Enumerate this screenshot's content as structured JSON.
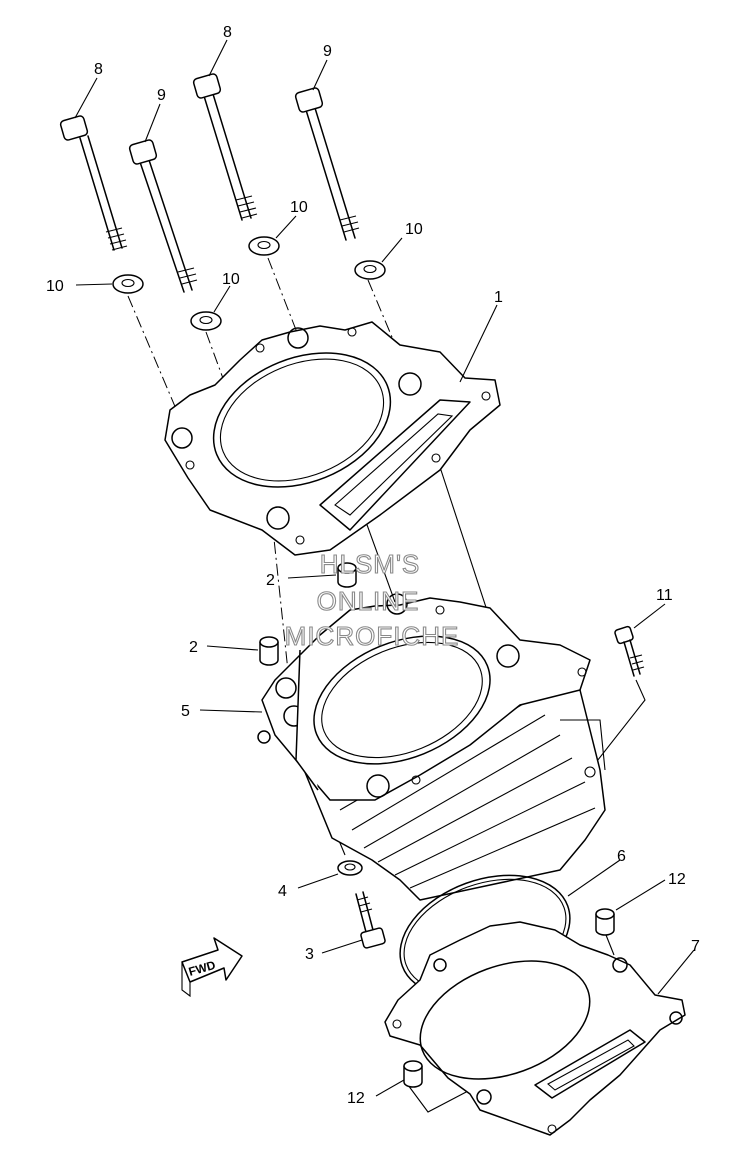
{
  "callouts": {
    "p1": "1",
    "p2a": "2",
    "p2b": "2",
    "p3": "3",
    "p4": "4",
    "p5": "5",
    "p6": "6",
    "p7": "7",
    "p8a": "8",
    "p8b": "8",
    "p9a": "9",
    "p9b": "9",
    "p10a": "10",
    "p10b": "10",
    "p10c": "10",
    "p10d": "10",
    "p11": "11",
    "p12a": "12",
    "p12b": "12"
  },
  "watermark": {
    "line1": "HLSM'S",
    "line2": "ONLINE",
    "line3": "MICROFICHE"
  },
  "direction_badge": "FWD",
  "icons": {
    "direction": "fwd-arrow-icon"
  }
}
